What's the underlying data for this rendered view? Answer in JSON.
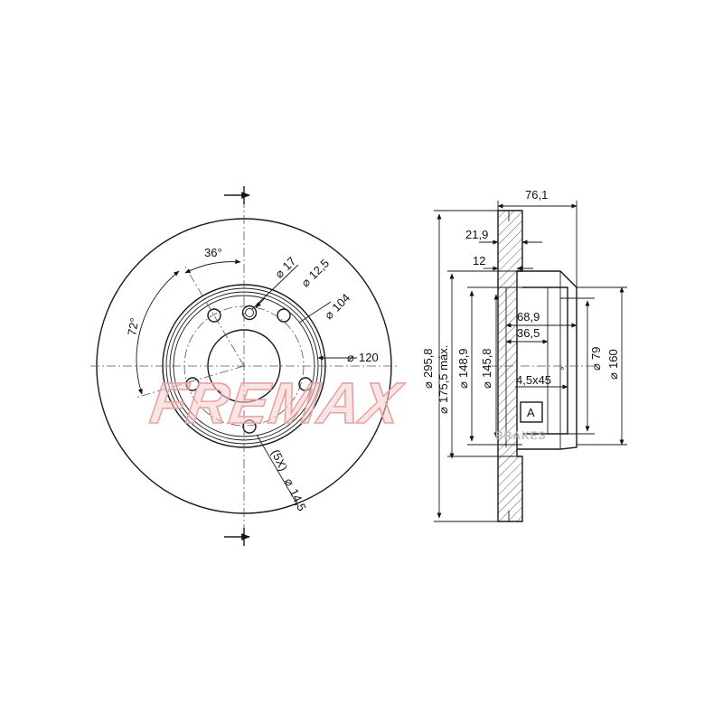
{
  "brand": {
    "logo_text": "FREMAX",
    "sub_text": "BRAKES",
    "logo_color": "#e8a3a3"
  },
  "front_view": {
    "angle_36": "36°",
    "angle_72": "72°",
    "hole_dia_17": "17",
    "hole_dia_12_5": "12,5",
    "pcd_104": "104",
    "dia_120": "120",
    "bolt_holes": "(5X)",
    "bolt_dia": "14,5"
  },
  "side_view": {
    "overall_height": "76,1",
    "dim_21_9": "21,9",
    "dim_12": "12",
    "dim_68_9": "68,9",
    "dim_36_5": "36,5",
    "chamfer": "4,5x45",
    "degree_mark": "°",
    "datum": "A",
    "dia_295_8": "295,8",
    "dia_175_5": "175,5 máx.",
    "dia_148_9": "148,9",
    "dia_145_8": "145,8",
    "dia_79": "79",
    "dia_160": "160"
  },
  "diameter_symbol": "⌀"
}
